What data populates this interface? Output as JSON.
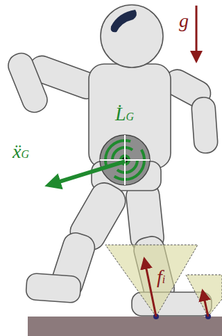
{
  "diagram": {
    "labels": [
      "g",
      "L̇G",
      "ẍG",
      "fi"
    ]
  }
}
